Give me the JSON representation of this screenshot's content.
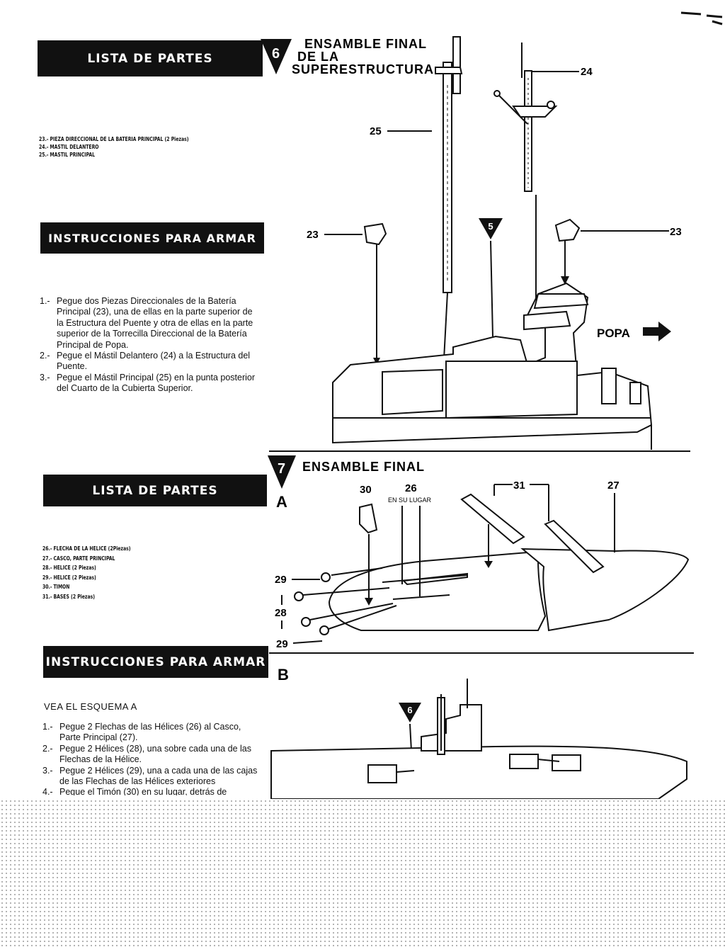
{
  "left": {
    "parts_list_1": {
      "header": "LISTA DE PARTES",
      "items": [
        "23.- PIEZA DIRECCIONAL DE LA BATERIA PRINCIPAL (2 Piezas)",
        "24.- MASTIL DELANTERO",
        "25.- MASTIL PRINCIPAL"
      ]
    },
    "instructions_1": {
      "header": "INSTRUCCIONES PARA ARMAR",
      "steps": [
        {
          "num": "1.-",
          "text": "Pegue dos Piezas Direccionales de la Batería Principal (23), una de ellas en la parte superior de la Estructura del Puente y otra de ellas en la parte superior de la Torrecilla Direccional de la Batería Principal de Popa."
        },
        {
          "num": "2.-",
          "text": "Pegue el Mástil Delantero (24) a la Estructura del Puente."
        },
        {
          "num": "3.-",
          "text": "Pegue el Mástil Principal (25) en la punta posterior del Cuarto de la Cubierta Superior."
        }
      ]
    },
    "parts_list_2": {
      "header": "LISTA DE PARTES",
      "items": [
        "26.- FLECHA DE LA HELICE (2Piezas)",
        "27.- CASCO, PARTE PRINCIPAL",
        "28.- HELICE (2 Piezas)",
        "29.- HELICE (2 Piezas)",
        "30.- TIMON",
        "31.- BASES (2 Piezas)"
      ]
    },
    "instructions_2": {
      "header": "INSTRUCCIONES PARA ARMAR",
      "see": "VEA EL ESQUEMA A",
      "steps": [
        {
          "num": "1.-",
          "text": "Pegue 2 Flechas de las Hélices (26) al Casco, Parte Principal (27)."
        },
        {
          "num": "2.-",
          "text": "Pegue 2 Hélices (28), una sobre cada una de las Flechas de la Hélice."
        },
        {
          "num": "3.-",
          "text": "Pegue 2 Hélices (29), una a cada una de las cajas de las Flechas de las Hélices exteriores"
        },
        {
          "num": "4.-",
          "text": "Pegue el Timón (30) en su lugar, detrás de"
        }
      ]
    }
  },
  "step6": {
    "number": "6",
    "title_lines": [
      "ENSAMBLE FINAL",
      "DE LA",
      "SUPERESTRUCTURA"
    ],
    "callouts": [
      "24",
      "25",
      "23",
      "23"
    ],
    "ref_marker": "5",
    "direction": "POPA"
  },
  "step7": {
    "number": "7",
    "title": "ENSAMBLE FINAL",
    "sub_a": "A",
    "callouts": [
      "30",
      "26",
      "31",
      "27",
      "29",
      "28",
      "29"
    ],
    "note": "EN SU LUGAR",
    "sub_b": "B",
    "ref_marker": "6"
  }
}
